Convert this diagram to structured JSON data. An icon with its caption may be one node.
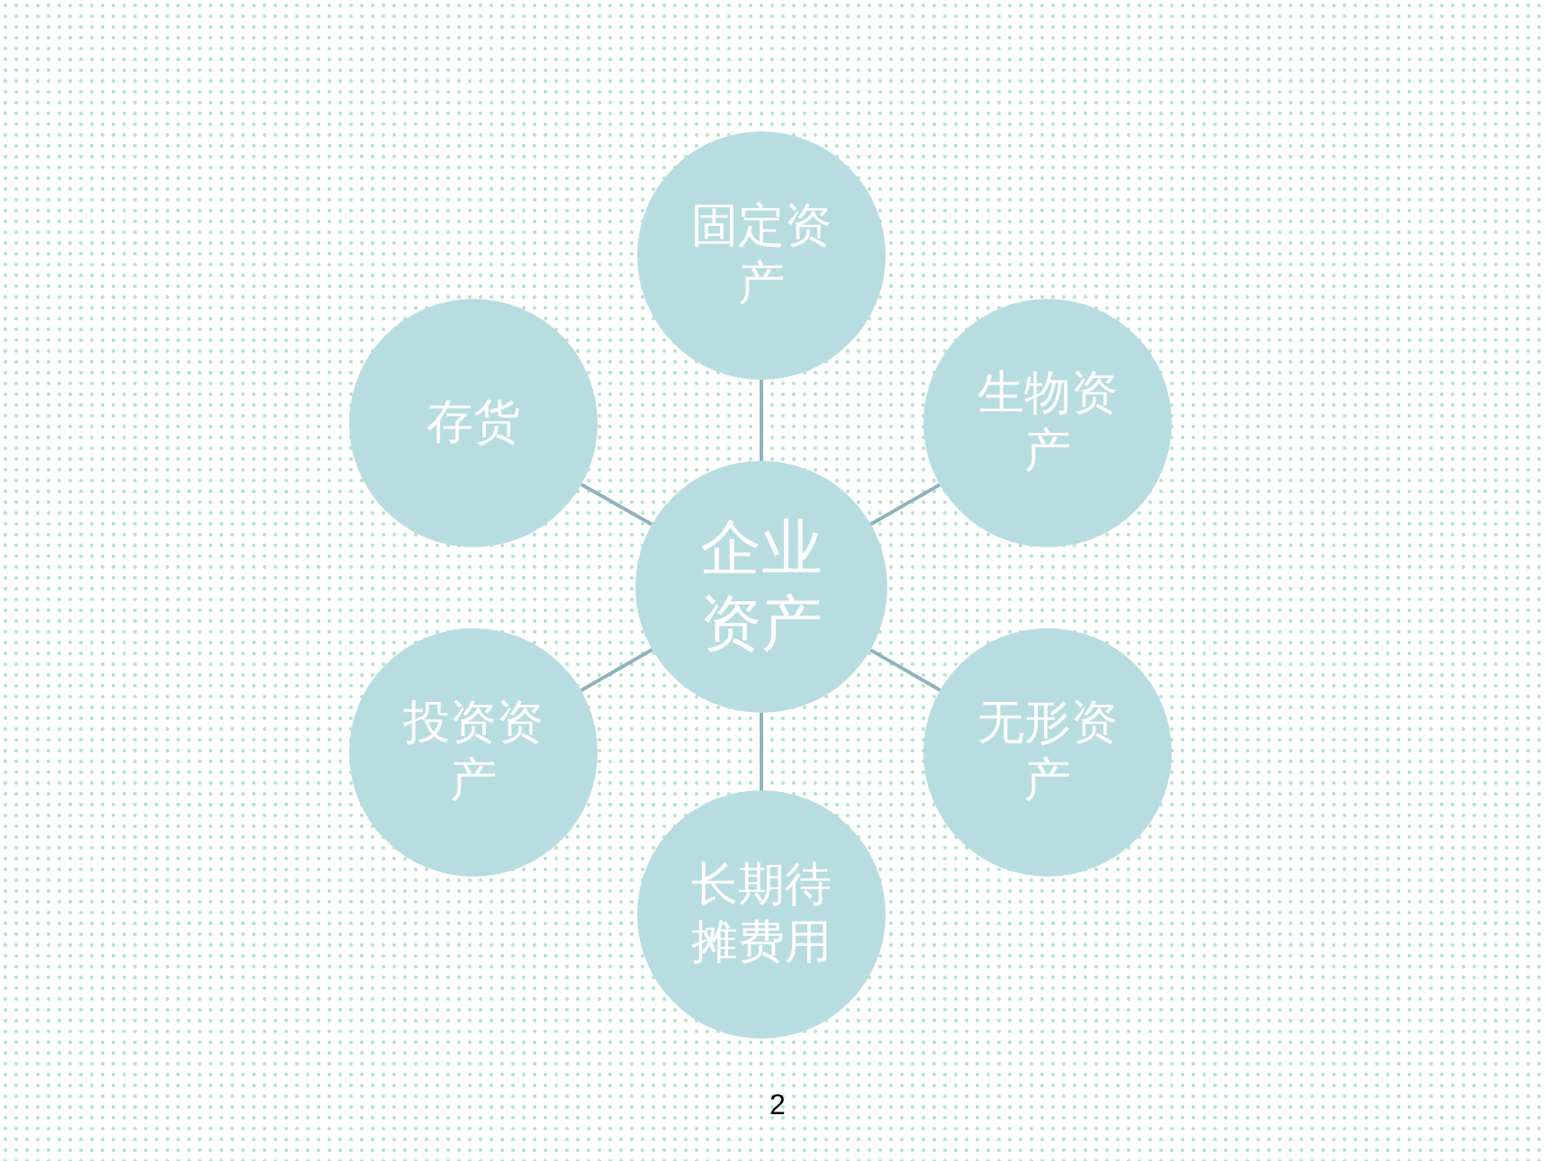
{
  "diagram": {
    "nodes": [
      {
        "text": [
          "企业资产"
        ]
      },
      {
        "text": [
          "固定资产"
        ]
      },
      {
        "text": [
          "存货"
        ]
      },
      {
        "text": [
          "生物资产"
        ]
      },
      {
        "text": [
          "投资资产"
        ]
      },
      {
        "text": [
          "无形资产"
        ]
      },
      {
        "text": [
          "长期待摊费用"
        ]
      }
    ],
    "edges": [
      {
        "from": 0,
        "to": 1,
        "arrow": "none"
      },
      {
        "from": 0,
        "to": 2,
        "arrow": "none"
      },
      {
        "from": 0,
        "to": 3,
        "arrow": "none"
      },
      {
        "from": 0,
        "to": 4,
        "arrow": "none"
      },
      {
        "from": 0,
        "to": 5,
        "arrow": "none"
      },
      {
        "from": 0,
        "to": 6,
        "arrow": "none"
      }
    ],
    "labels": [
      "2"
    ]
  }
}
